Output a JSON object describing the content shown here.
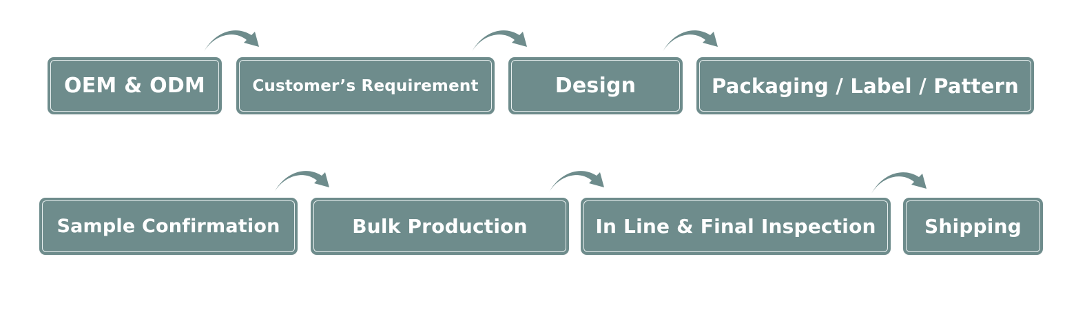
{
  "colors": {
    "box_fill": "#6e8c8c",
    "box_inner_border": "#e9f0f0",
    "arrow": "#6e8c8c",
    "text": "#ffffff"
  },
  "rows": [
    {
      "steps": [
        {
          "label": "OEM & ODM"
        },
        {
          "label": "Customer’s Requirement"
        },
        {
          "label": "Design"
        },
        {
          "label": "Packaging / Label / Pattern"
        }
      ]
    },
    {
      "steps": [
        {
          "label": "Sample Confirmation"
        },
        {
          "label": "Bulk Production"
        },
        {
          "label": "In Line & Final Inspection"
        },
        {
          "label": "Shipping"
        }
      ]
    }
  ],
  "arrow_icon": "curved-arrow-icon"
}
